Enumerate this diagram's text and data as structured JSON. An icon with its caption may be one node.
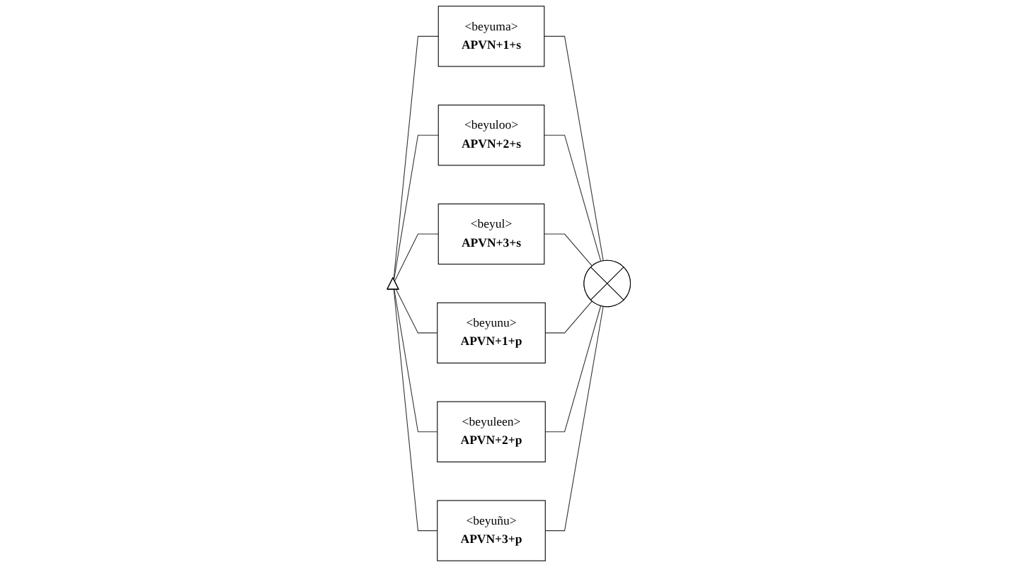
{
  "diagram": {
    "nodes": [
      {
        "text": [],
        "shape": "triangle"
      },
      {
        "text": [
          "<beyuma>",
          "APVN+1+s"
        ]
      },
      {
        "text": [
          "<beyuloo>",
          "APVN+2+s"
        ]
      },
      {
        "text": [
          "<beyul>",
          "APVN+3+s"
        ]
      },
      {
        "text": [
          "<beyunu>",
          "APVN+1+p"
        ]
      },
      {
        "text": [
          "<beyuleen>",
          "APVN+2+p"
        ]
      },
      {
        "text": [
          "<beyuñu>",
          "APVN+3+p"
        ]
      },
      {
        "text": [],
        "shape": "circle"
      }
    ],
    "edges": [
      {
        "from": 0,
        "to": 1,
        "arrow": "none"
      },
      {
        "from": 0,
        "to": 2,
        "arrow": "none"
      },
      {
        "from": 0,
        "to": 3,
        "arrow": "none"
      },
      {
        "from": 0,
        "to": 4,
        "arrow": "none"
      },
      {
        "from": 0,
        "to": 5,
        "arrow": "none"
      },
      {
        "from": 0,
        "to": 6,
        "arrow": "none"
      },
      {
        "from": 1,
        "to": 7,
        "arrow": "none"
      },
      {
        "from": 2,
        "to": 7,
        "arrow": "none"
      },
      {
        "from": 3,
        "to": 7,
        "arrow": "none"
      },
      {
        "from": 4,
        "to": 7,
        "arrow": "none"
      },
      {
        "from": 5,
        "to": 7,
        "arrow": "none"
      },
      {
        "from": 6,
        "to": 7,
        "arrow": "none"
      }
    ]
  }
}
